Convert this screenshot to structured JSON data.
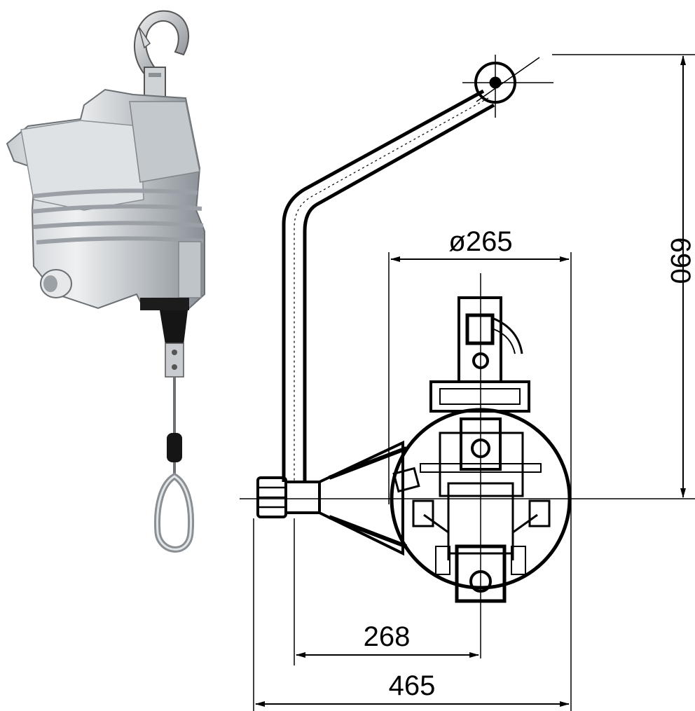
{
  "dimensions": {
    "diameter": "ø265",
    "height": "690",
    "arm_offset": "268",
    "overall_width": "465"
  },
  "colors": {
    "line": "#000000",
    "background": "#ffffff",
    "metal_light": "#d9dde0",
    "metal_mid": "#aeb3b8",
    "metal_dark": "#6f747a",
    "black_part": "#151515"
  }
}
